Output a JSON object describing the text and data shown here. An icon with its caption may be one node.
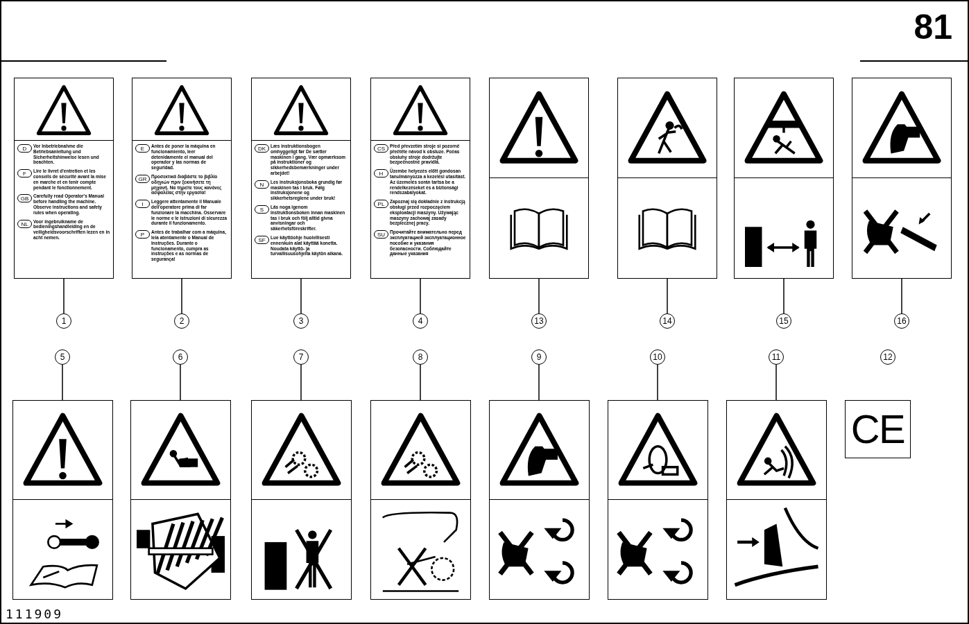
{
  "diagram": {
    "nodes": [
      {
        "text": [
          "D",
          "Vor Inbetriebnahme die Betriebsanleitung und Sicherheitshinweise lesen und beachten.",
          "F",
          "Lire le livret d'entretien et les conseils de sécurité avant la mise en marche et en tenir compte pendant le fonctionnement.",
          "GB",
          "Carefully read Operator's Manual before handling the machine. Observe instructions and safety rules when operating.",
          "NL",
          "Voor ingebruikname de bedieningshandleiding en de veiligheidsvoorschriften lezen en in acht nemen."
        ]
      },
      {
        "text": [
          "E",
          "Antes de poner la máquina en funcionamiento, leer detenidamente el manual del operador y las normas de seguridad.",
          "GR",
          "Προσεκτικά διαβάστε το βιβλίο οδηγιών πριν ξεκινήσετε τη μηχανή. Να τηρείτε τους κανόνες ασφαλείας στην εργασία!",
          "I",
          "Leggere attentamente il Manuale dell'operatore prima di far funzionare la macchina. Osservare le norme e le istruzioni di sicurezza durante il funzionamento.",
          "P",
          "Antes de trabalhar com a máquina, leia atentamente o Manual de Instruções. Durante o funcionamento, cumpra as instruções e as normas de segurança!"
        ]
      },
      {
        "text": [
          "DK",
          "Læs instruktionsbogen omhyggeligt før De sætter maskinen i gang. Vær opmærksom på instruktioner og sikkerhedsbemærkninger under arbejdet!",
          "N",
          "Les instruksjonsboka grundig før maskinen tas i bruk. Følg instruksjonene og sikkerhetsreglene under bruk!",
          "S",
          "Läs noga igenom instruktionsboken innan maskinen tas i bruk och följ alltid givna anvisningar och säkerhetsföreskrifter.",
          "SF",
          "Lue käyttöohje huolellisesti ennenkuin alat käyttää konetta. Noudata käyttö- ja turvallisuusohjeita käytön aikana."
        ]
      },
      {
        "text": [
          "CS",
          "Před převzetím stroje si pozorně přečtěte návod k obsluze. Počas obsluhy stroje dodržujte bezpečnostné pravidlá.",
          "H",
          "Üzembe helyezés előtt gondosan tanulmányozza a kezelési utasítást. Az üzemelés során tartsa be a rendelkezéseket és a biztonsági rendszabályokat.",
          "PL",
          "Zapoznaj się dokładnie z instrukcją obsługi przed rozpoczęciem eksploatacji maszyny. Używając maszyny zachowaj zasady bezpiecznej pracy.",
          "SU",
          "Прочитайте внимательно перед эксплуатацией эксплуатационное пособие и указания безопасности. Соблюдайте данные указания"
        ]
      },
      {
        "text": [],
        "shape": "picture"
      },
      {
        "text": [],
        "shape": "picture"
      },
      {
        "text": [],
        "shape": "picture"
      },
      {
        "text": [],
        "shape": "picture"
      },
      {
        "text": [
          "1"
        ]
      },
      {
        "text": [
          "2"
        ]
      },
      {
        "text": [
          "3"
        ]
      },
      {
        "text": [
          "4"
        ]
      },
      {
        "text": [
          "13"
        ]
      },
      {
        "text": [
          "14"
        ]
      },
      {
        "text": [
          "15"
        ]
      },
      {
        "text": [
          "16"
        ]
      },
      {
        "text": [
          "5"
        ]
      },
      {
        "text": [
          "6"
        ]
      },
      {
        "text": [
          "7"
        ]
      },
      {
        "text": [
          "8"
        ]
      },
      {
        "text": [
          "9"
        ]
      },
      {
        "text": [
          "10"
        ]
      },
      {
        "text": [
          "11"
        ]
      },
      {
        "text": [],
        "shape": "picture"
      },
      {
        "text": [],
        "shape": "picture"
      },
      {
        "text": [],
        "shape": "picture"
      },
      {
        "text": [],
        "shape": "picture"
      },
      {
        "text": [],
        "shape": "picture"
      },
      {
        "text": [],
        "shape": "picture"
      },
      {
        "text": [],
        "shape": "picture"
      },
      {
        "text": [
          "CE"
        ]
      }
    ],
    "edges": [
      {
        "from": 8,
        "to": 0,
        "arrow": "none"
      },
      {
        "from": 9,
        "to": 1,
        "arrow": "none"
      },
      {
        "from": 10,
        "to": 2,
        "arrow": "none"
      },
      {
        "from": 11,
        "to": 3,
        "arrow": "none"
      },
      {
        "from": 12,
        "to": 4,
        "arrow": "none"
      },
      {
        "from": 13,
        "to": 5,
        "arrow": "none"
      },
      {
        "from": 14,
        "to": 6,
        "arrow": "none"
      },
      {
        "from": 15,
        "to": 7,
        "arrow": "none"
      },
      {
        "from": 16,
        "to": 23,
        "arrow": "none"
      },
      {
        "from": 17,
        "to": 24,
        "arrow": "none"
      },
      {
        "from": 18,
        "to": 25,
        "arrow": "none"
      },
      {
        "from": 19,
        "to": 26,
        "arrow": "none"
      },
      {
        "from": 20,
        "to": 27,
        "arrow": "none"
      },
      {
        "from": 21,
        "to": 28,
        "arrow": "none"
      },
      {
        "from": 22,
        "to": 29,
        "arrow": "none"
      }
    ],
    "labels": [
      "81",
      "12",
      "111909"
    ]
  }
}
